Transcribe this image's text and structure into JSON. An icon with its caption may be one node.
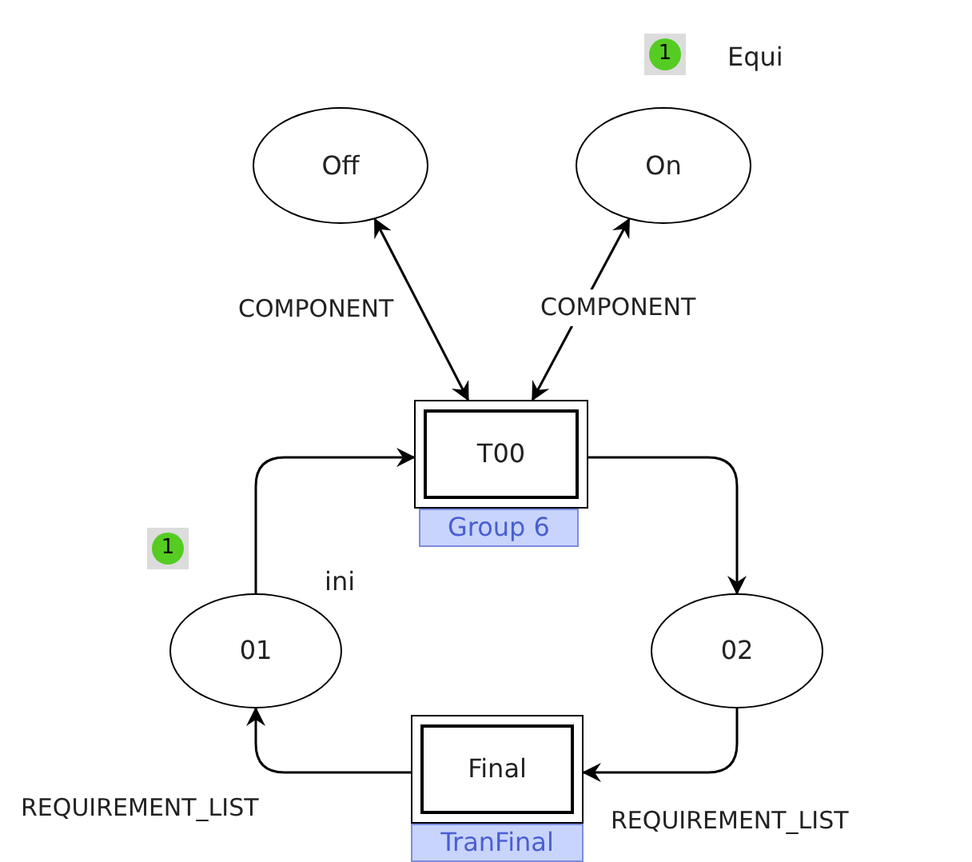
{
  "diagram": {
    "nodes": [
      {
        "text": [
          "Off"
        ]
      },
      {
        "text": [
          "On"
        ],
        "beside": [
          "Equi"
        ]
      },
      {
        "text": [
          "T00"
        ],
        "beside": [
          "Group 6"
        ]
      },
      {
        "text": [
          "01"
        ],
        "beside": [
          "ini"
        ]
      },
      {
        "text": [
          "02"
        ]
      },
      {
        "text": [
          "Final"
        ],
        "beside": [
          "TranFinal"
        ]
      }
    ],
    "edges": [
      {
        "from": 0,
        "to": 2,
        "arrow": "both",
        "label": "COMPONENT"
      },
      {
        "from": 1,
        "to": 2,
        "arrow": "both",
        "label": "COMPONENT"
      },
      {
        "from": 3,
        "to": 2,
        "arrow": "to"
      },
      {
        "from": 2,
        "to": 4,
        "arrow": "to"
      },
      {
        "from": 4,
        "to": 5,
        "arrow": "to",
        "label": "REQUIREMENT_LIST"
      },
      {
        "from": 5,
        "to": 3,
        "arrow": "to",
        "label": "REQUIREMENT_LIST"
      }
    ],
    "labels": [
      "1",
      "1"
    ]
  }
}
